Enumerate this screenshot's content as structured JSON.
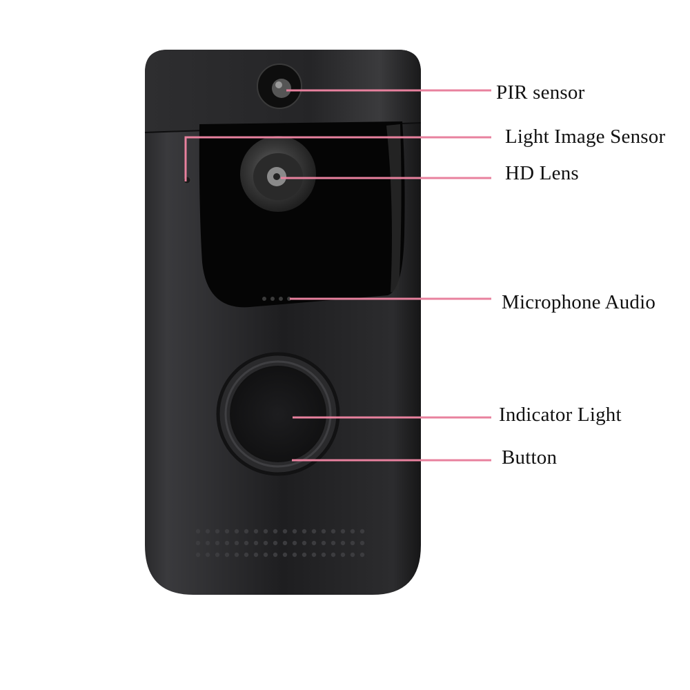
{
  "colors": {
    "callout_line": "#E8819E",
    "device_body": "#1c1c1e",
    "background": "#ffffff"
  },
  "callouts": {
    "pir_sensor": "PIR sensor",
    "light_image_sensor": "Light Image Sensor",
    "hd_lens": "HD Lens",
    "microphone_audio": "Microphone Audio",
    "indicator_light": "Indicator Light",
    "button": "Button"
  }
}
